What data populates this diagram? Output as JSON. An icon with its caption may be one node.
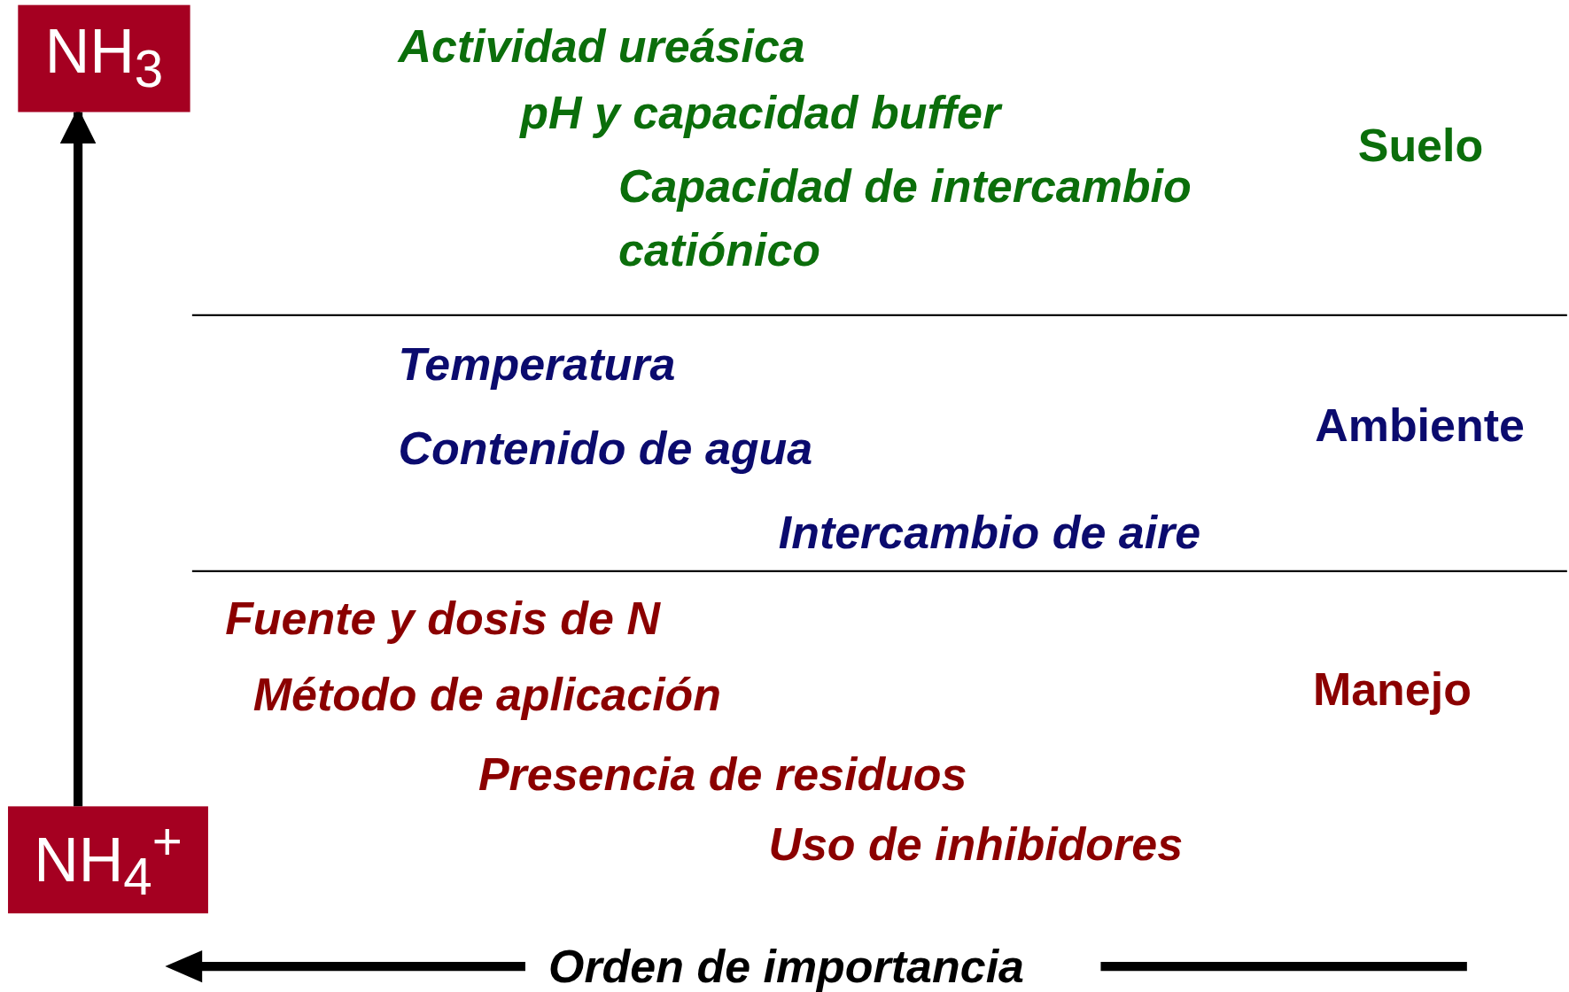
{
  "diagram": {
    "nodes": [
      {
        "text": [
          "NH$_{3}$"
        ]
      },
      {
        "text": [
          "NH$_{4}$$^{+}$"
        ]
      }
    ],
    "edges": [
      {
        "from": 1,
        "to": 0,
        "arrow": "to"
      }
    ],
    "labels": [
      "Actividad ureásica",
      "pH y capacidad buffer",
      "Suelo",
      "Capacidad de intercambio catiónico",
      "Temperatura",
      "Ambiente",
      "Contenido de agua",
      "Intercambio de aire",
      "Fuente y dosis de N",
      "Manejo",
      "Método de aplicación",
      "Presencia de residuos",
      "Uso de inhibidores",
      "Orden de importancia"
    ]
  }
}
